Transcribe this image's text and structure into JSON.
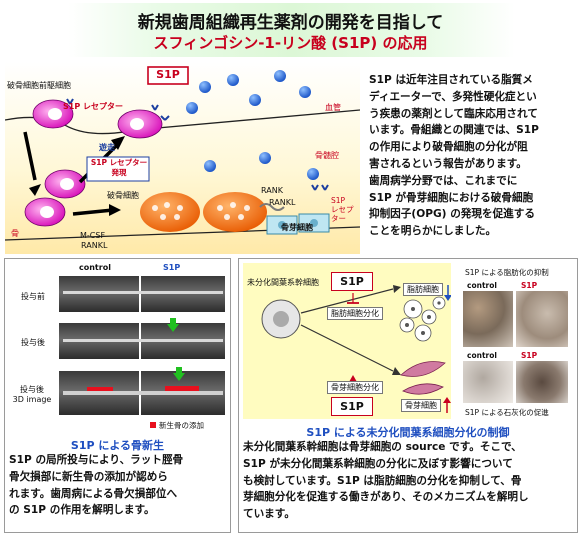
{
  "title": {
    "line1": "新規歯周組織再生薬剤の開発を目指して",
    "line2": "スフィンゴシン-1-リン酸 (S1P) の応用"
  },
  "top_diagram": {
    "labels": {
      "osteoclast_precursor": "破骨細胞前駆細胞",
      "s1p_box": "S1P",
      "receptor": "S1P レセプター",
      "migration": "遊走",
      "receptor_expression_1": "S1P レセプター",
      "receptor_expression_2": "発現",
      "blood_vessel": "血管",
      "marrow_cavity": "骨髄腔",
      "osteoclast": "破骨細胞",
      "rank": "RANK",
      "rankl": "RANKL",
      "receptor_right_1": "S1P",
      "receptor_right_2": "レセプター",
      "bone": "骨",
      "mcsf": "M-CSF",
      "rankl_bottom": "RANKL",
      "osteoblast": "骨芽細胞"
    }
  },
  "intro_text": [
    "S1P は近年注目されている脂質メ",
    "ディエーターで、多発性硬化症とい",
    "う疾患の薬剤として臨床応用されて",
    "います。骨組織との関連では、S1P",
    "の作用により破骨細胞の分化が阻",
    "害されるという報告があります。",
    "歯周病学分野では、これまでに",
    "S1P が骨芽細胞における破骨細胞",
    "抑制因子(OPG) の発現を促進する",
    "ことを明らかにしました。"
  ],
  "left_panel": {
    "col_control": "control",
    "col_s1p": "S1P",
    "row1": "投与前",
    "row2": "投与後",
    "row3a": "投与後",
    "row3b": "3D image",
    "legend": "新生骨の添加",
    "caption": "S1P による骨新生",
    "text": [
      "S1P の局所投与により、ラット脛骨",
      "骨欠損部に新生骨の添加が認めら",
      "れます。歯周病による骨欠損部位へ",
      "の S1P の作用を解明します。"
    ]
  },
  "right_panel": {
    "msc": "未分化間葉系幹細胞",
    "s1p_top": "S1P",
    "adipo_diff": "脂肪細胞分化",
    "adipocyte": "脂肪細胞",
    "osteo_diff": "骨芽細胞分化",
    "s1p_bottom": "S1P",
    "osteoblast": "骨芽細胞",
    "inhib_title": "S1P による脂肪化の抑制",
    "promo_title": "S1P による石灰化の促進",
    "control1": "control",
    "s1p1": "S1P",
    "control2": "control",
    "s1p2": "S1P",
    "caption": "S1P による未分化間葉系細胞分化の制御",
    "text": [
      "未分化間葉系幹細胞は骨芽細胞の source です。そこで、",
      "S1P が未分化間葉系幹細胞の分化に及ぼす影響について",
      "も検討しています。S1P は脂肪細胞の分化を抑制して、骨",
      "芽細胞分化を促進する働きがあり、そのメカニズムを解明し",
      "ています。"
    ]
  },
  "colors": {
    "accent_red": "#c8001e",
    "caption_blue": "#1f4fc0",
    "title_bg": "#dcf7d6"
  }
}
